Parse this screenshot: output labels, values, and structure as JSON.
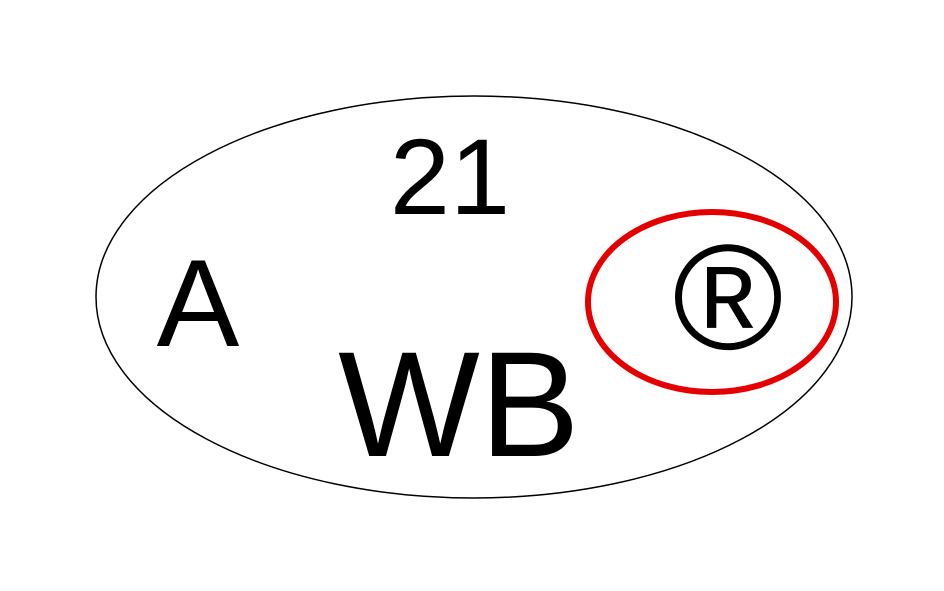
{
  "mark": {
    "number": "21",
    "left_letter": "A",
    "bottom_letters": "WB",
    "registered_symbol": "®"
  },
  "colors": {
    "outline": "#000000",
    "text": "#000000",
    "highlight": "#e50000",
    "background": "#ffffff"
  }
}
